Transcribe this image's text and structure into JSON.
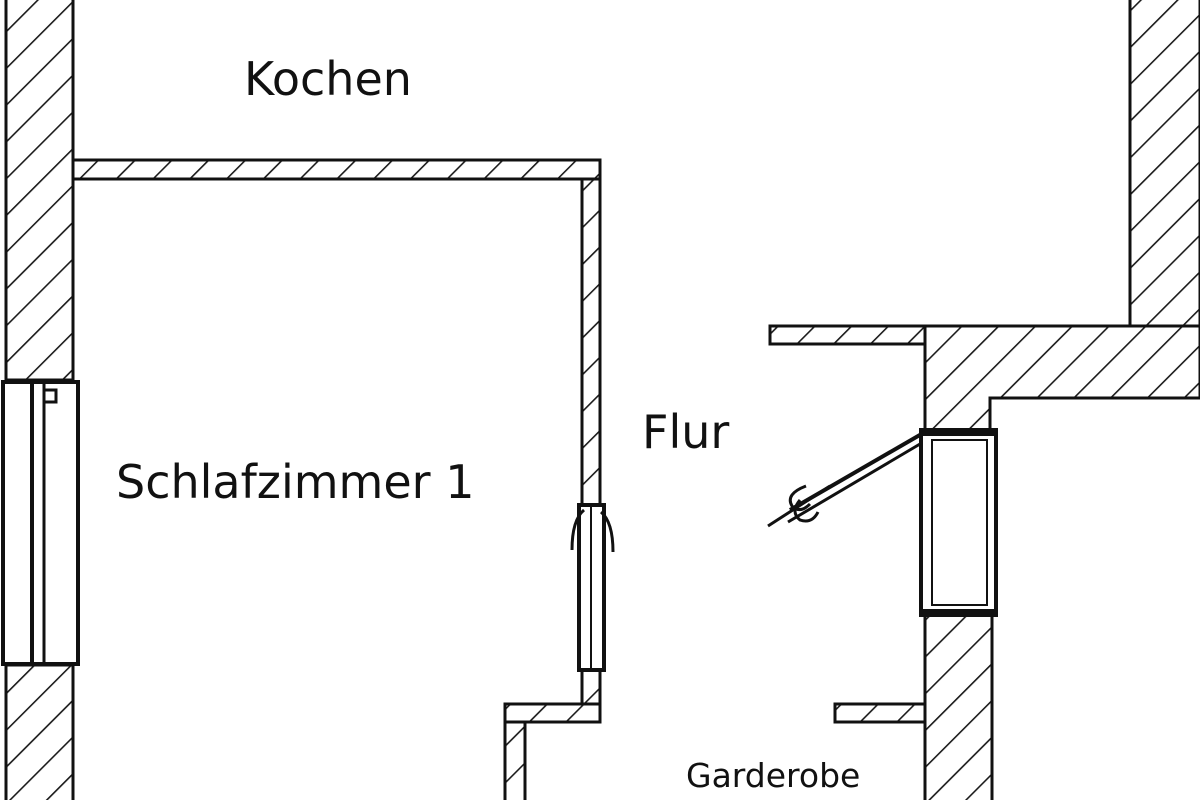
{
  "plan": {
    "colors": {
      "background": "#ffffff",
      "line": "#111111",
      "hatch": "#1a1a1a"
    },
    "rooms": {
      "kitchen": "Kochen",
      "bedroom": "Schlafzimmer 1",
      "hallway": "Flur",
      "wardrobe": "Garderobe"
    },
    "symbols": {
      "door_leaf": "door-leaf-icon",
      "door_swing": "door-swing-icon",
      "window": "window-icon"
    }
  }
}
